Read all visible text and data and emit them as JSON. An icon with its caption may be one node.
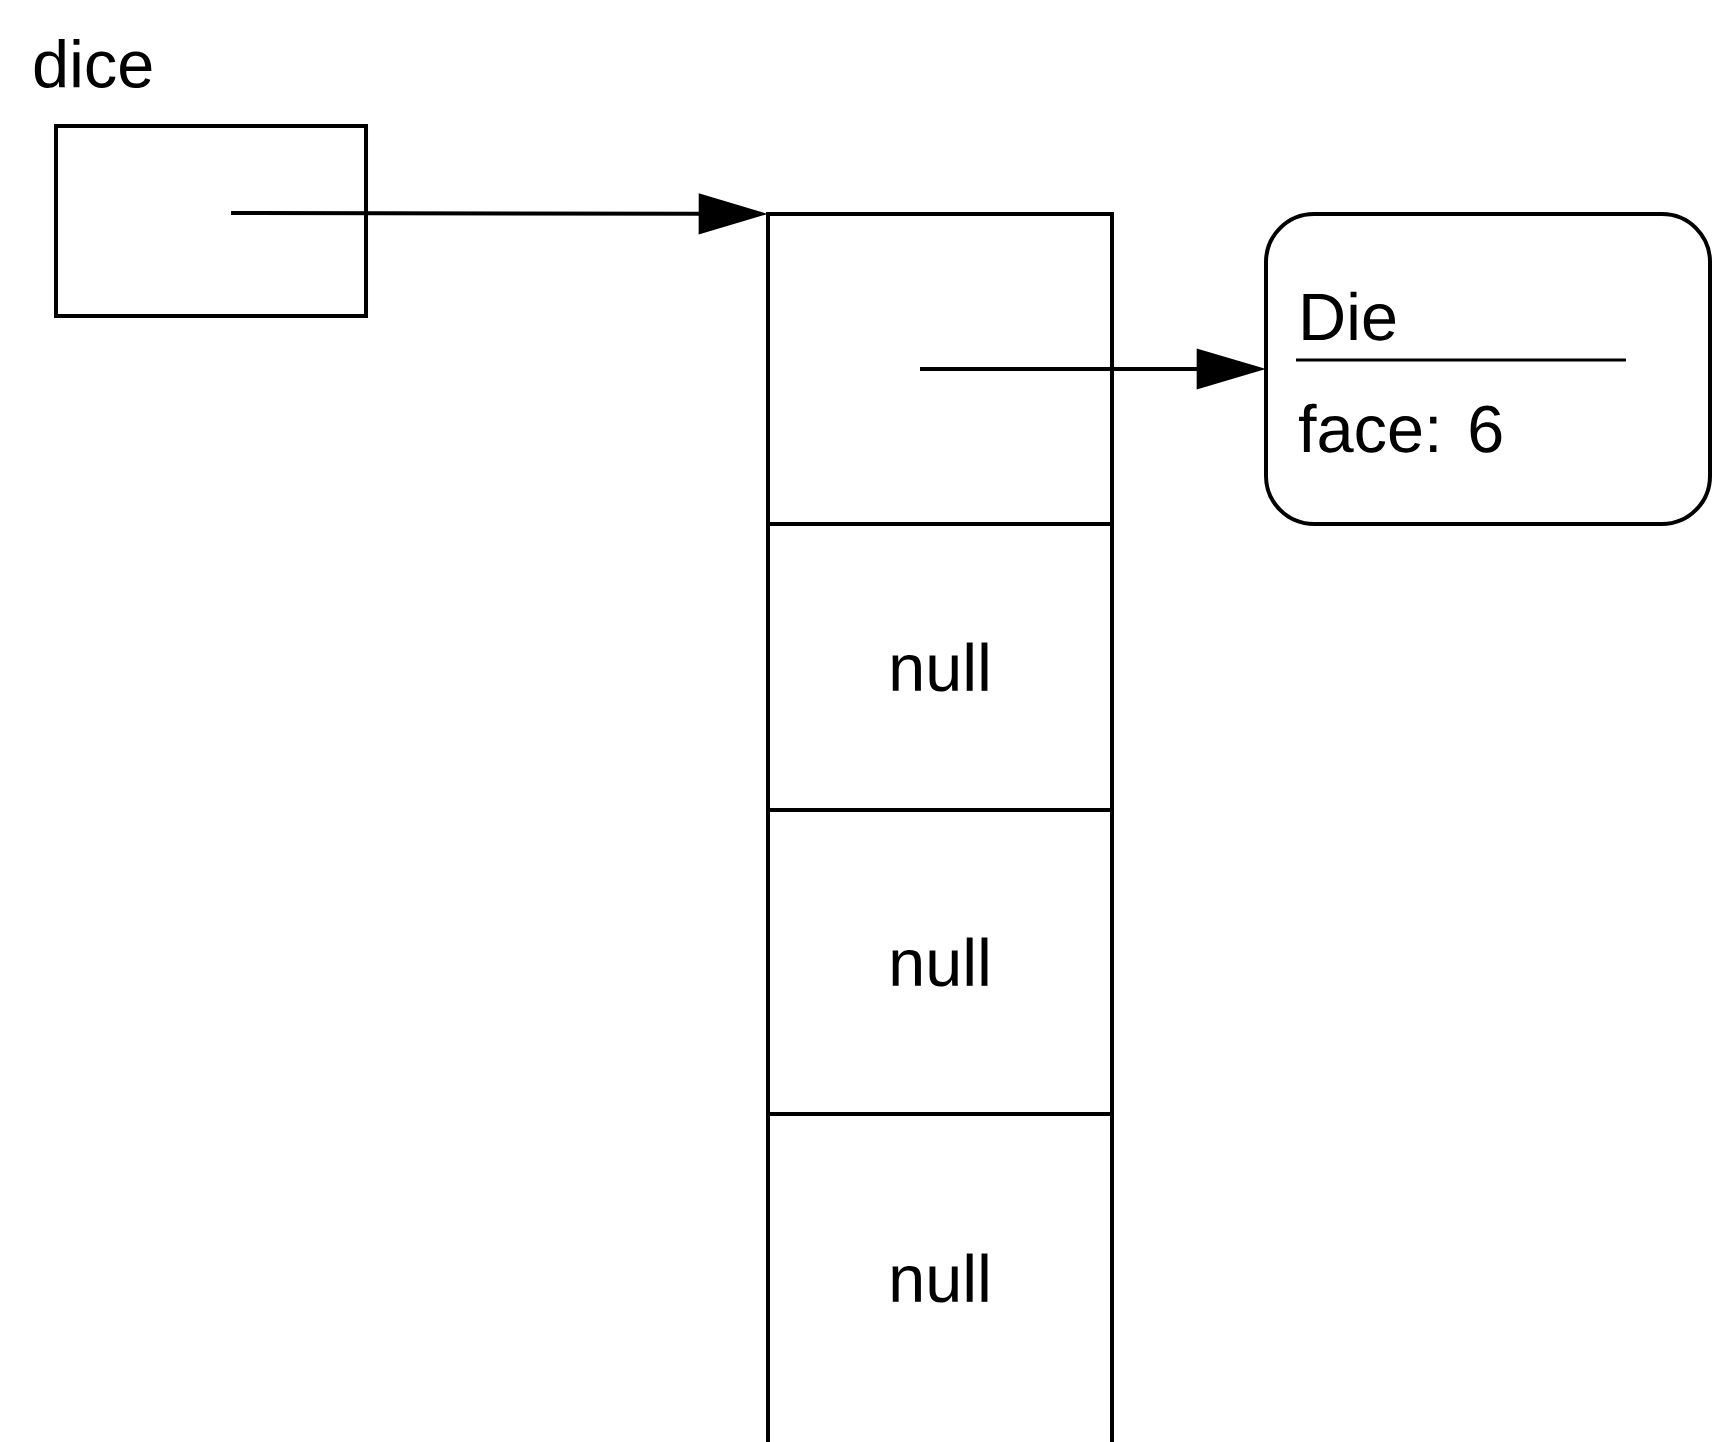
{
  "diagram": {
    "nodes": [
      {
        "text": [
          "dice"
        ]
      },
      {
        "text": [],
        "shape": "box"
      },
      {
        "text": [
          "null"
        ]
      },
      {
        "text": [
          "null"
        ]
      },
      {
        "text": [
          "null"
        ]
      },
      {
        "text": [
          "Die",
          "face: 6"
        ]
      }
    ],
    "edges": [
      {
        "from": 0,
        "to": 1,
        "arrow": "to"
      },
      {
        "from": 1,
        "to": 5,
        "arrow": "to"
      }
    ]
  }
}
